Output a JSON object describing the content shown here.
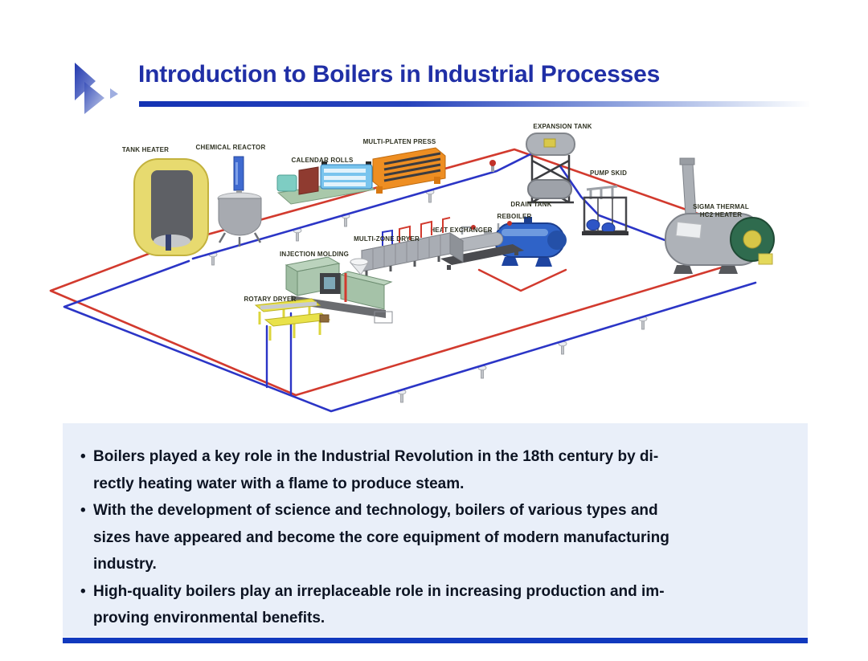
{
  "slide": {
    "title": "Introduction to Boilers in Industrial Processes",
    "title_color": "#202FA6",
    "bottom_bar_color": "#1139BE",
    "info_box_bg": "#E9EFF9"
  },
  "diagram": {
    "pipe_hot_color": "#D23A2E",
    "pipe_cold_color": "#2B35C6",
    "equipment": [
      {
        "label": "TANK HEATER"
      },
      {
        "label": "CHEMICAL REACTOR"
      },
      {
        "label": "CALENDAR ROLLS"
      },
      {
        "label": "MULTI-PLATEN PRESS"
      },
      {
        "label": "EXPANSION TANK"
      },
      {
        "label": "DRAIN TANK"
      },
      {
        "label": "PUMP SKID"
      },
      {
        "label": "SIGMA THERMAL",
        "label2": "HC2 HEATER"
      },
      {
        "label": "REBOILER"
      },
      {
        "label": "HEAT EXCHANGER"
      },
      {
        "label": "MULTI-ZONE DRYER"
      },
      {
        "label": "INJECTION MOLDING"
      },
      {
        "label": "ROTARY DRYER"
      }
    ]
  },
  "info_box": {
    "bullet_char": "•",
    "bullets": [
      "Boilers played a key role in the Industrial Revolution in the 18th century by di-\nrectly heating water with a flame to produce steam.",
      "With the development of science and technology, boilers of various types and\nsizes have appeared and become the core equipment of modern manufacturing\nindustry.",
      "High-quality boilers play an irreplaceable role in increasing production and im-\nproving environmental benefits."
    ]
  }
}
